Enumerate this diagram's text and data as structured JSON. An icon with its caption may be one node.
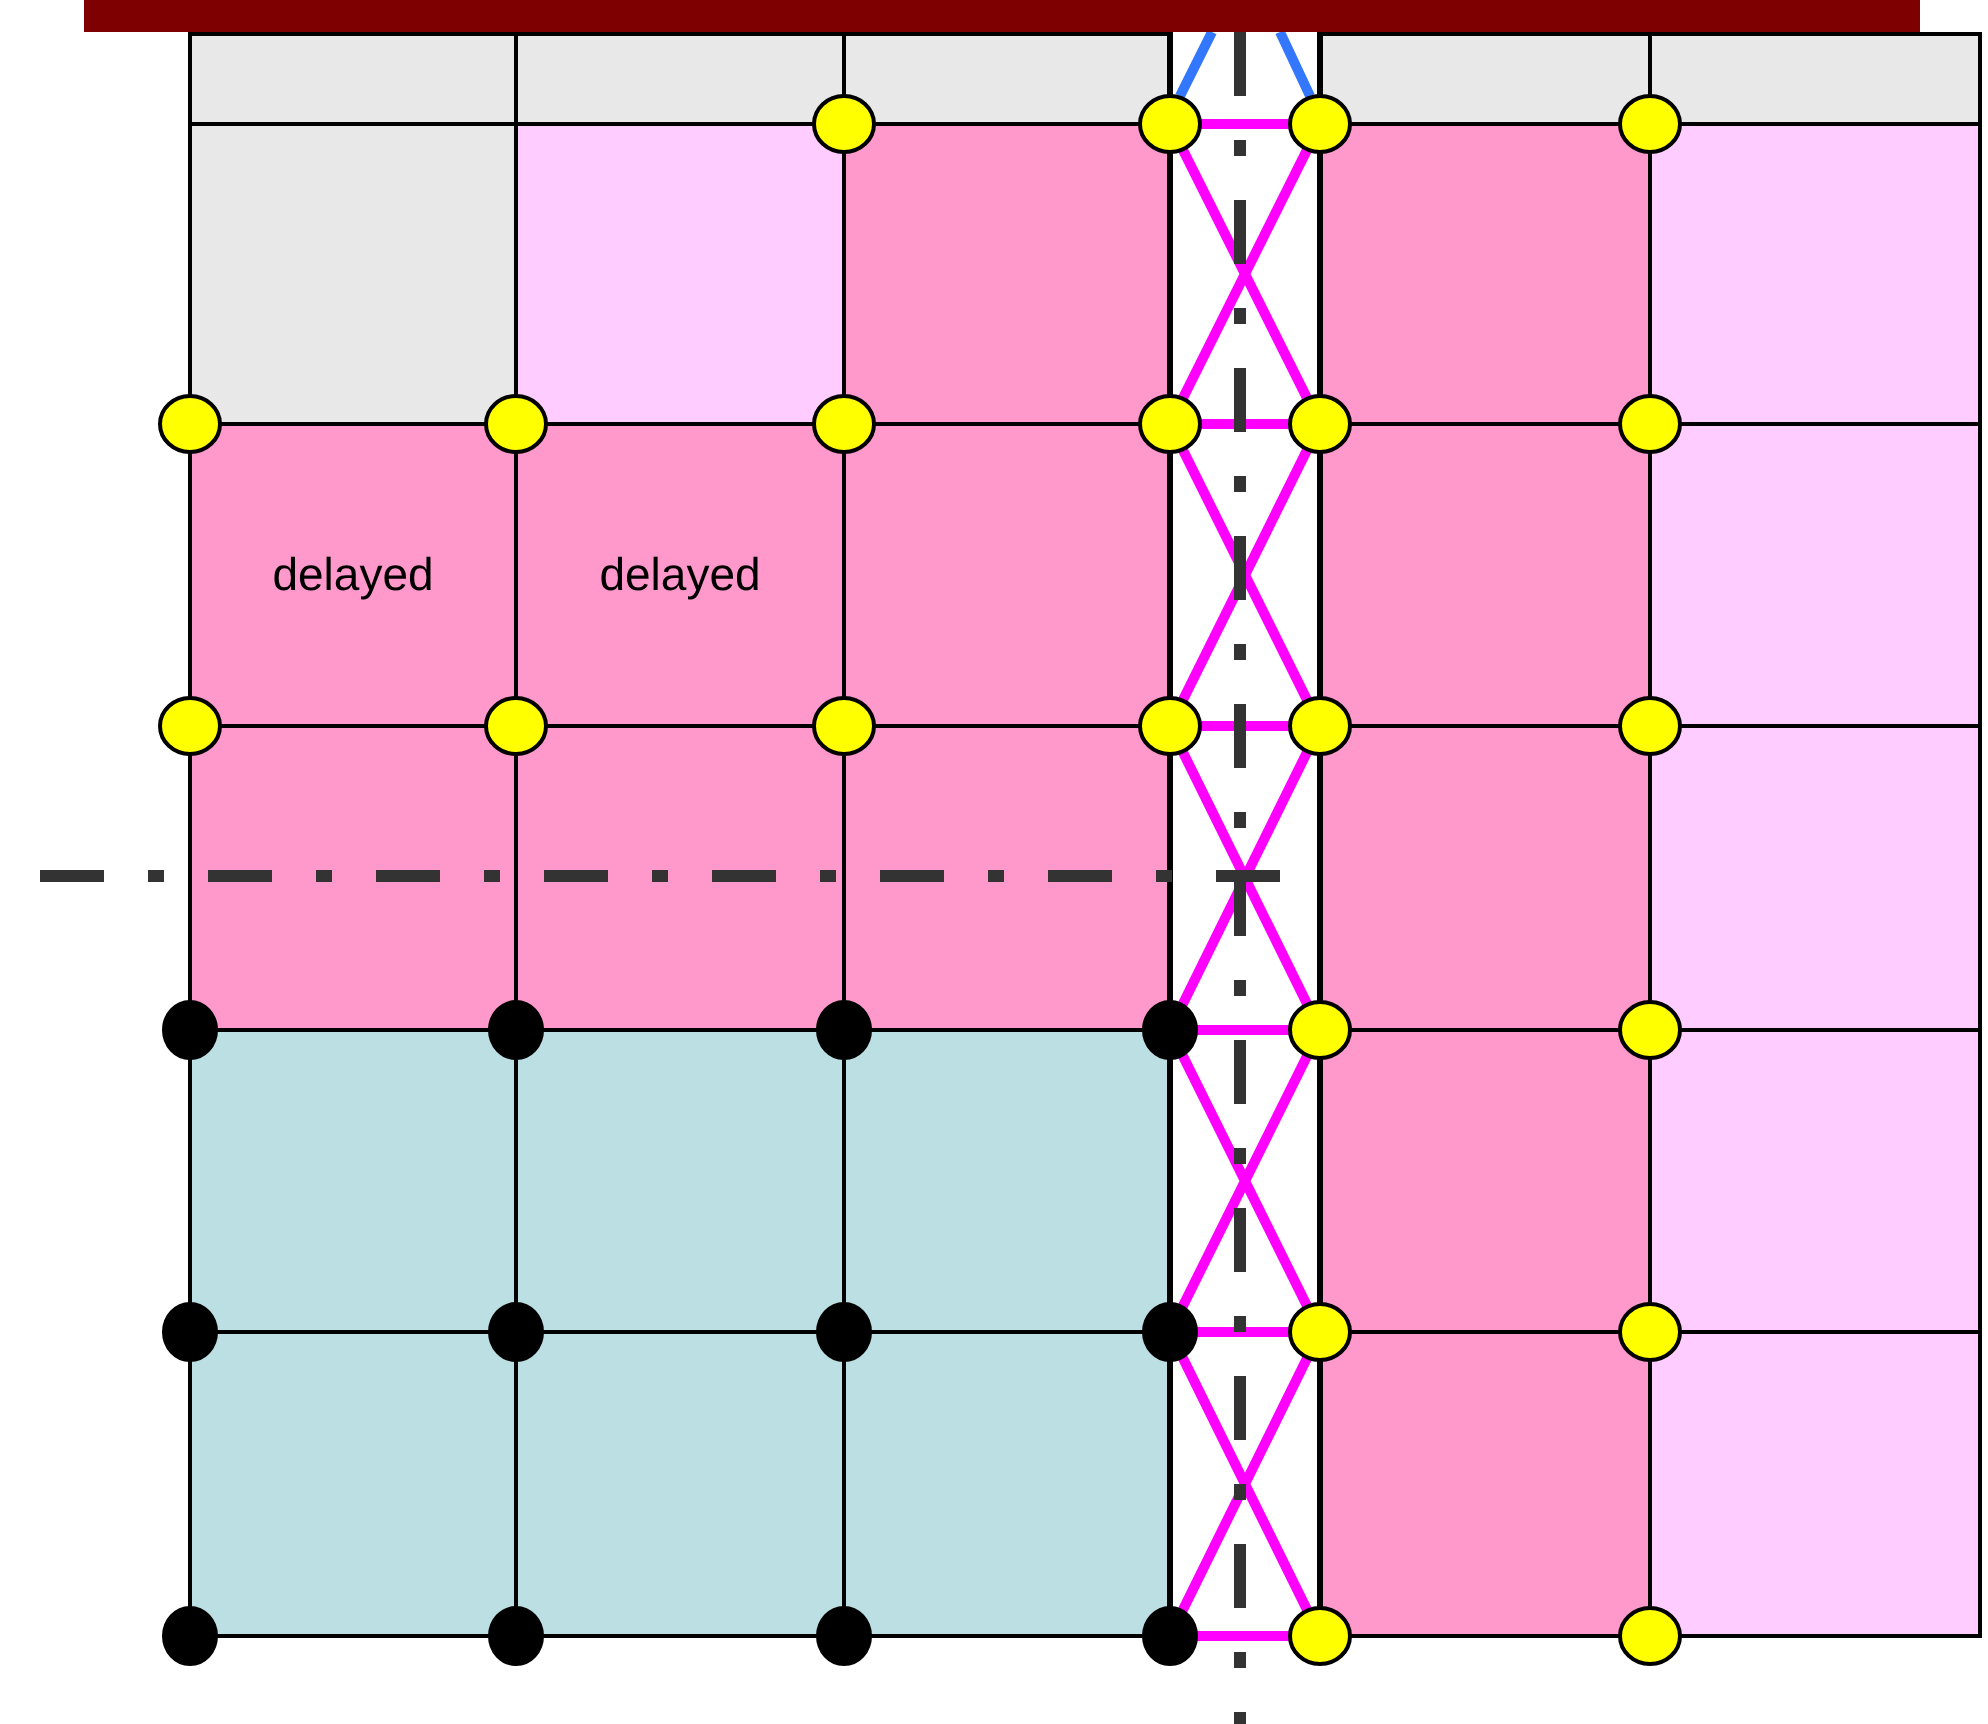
{
  "diagram": {
    "nodes": [
      {
        "text": [],
        "shape": "box"
      },
      {
        "text": [],
        "shape": "box"
      },
      {
        "text": [],
        "shape": "box"
      },
      {
        "text": [],
        "shape": "box"
      },
      {
        "text": [],
        "shape": "box"
      },
      {
        "text": [],
        "shape": "box"
      },
      {
        "text": [],
        "shape": "box"
      },
      {
        "text": [],
        "shape": "box"
      },
      {
        "text": [],
        "shape": "box"
      },
      {
        "text": [],
        "shape": "box"
      },
      {
        "text": [
          "delayed"
        ]
      },
      {
        "text": [
          "delayed"
        ]
      },
      {
        "text": [],
        "shape": "box"
      },
      {
        "text": [],
        "shape": "box"
      },
      {
        "text": [],
        "shape": "box"
      },
      {
        "text": [],
        "shape": "box"
      },
      {
        "text": [],
        "shape": "box"
      },
      {
        "text": [],
        "shape": "box"
      },
      {
        "text": [],
        "shape": "box"
      },
      {
        "text": [],
        "shape": "box"
      },
      {
        "text": [],
        "shape": "box"
      },
      {
        "text": [],
        "shape": "box"
      },
      {
        "text": [],
        "shape": "box"
      },
      {
        "text": [],
        "shape": "box"
      },
      {
        "text": [],
        "shape": "box"
      },
      {
        "text": [],
        "shape": "box"
      },
      {
        "text": [],
        "shape": "box"
      },
      {
        "text": [],
        "shape": "box"
      },
      {
        "text": [],
        "shape": "box"
      },
      {
        "text": [],
        "shape": "box"
      }
    ]
  }
}
